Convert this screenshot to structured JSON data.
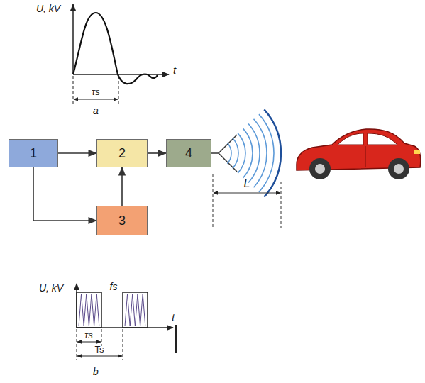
{
  "diagram": {
    "nodes": [
      {
        "text": [
          "1"
        ]
      },
      {
        "text": [
          "2"
        ]
      },
      {
        "text": [
          "3"
        ]
      },
      {
        "text": [
          "4"
        ]
      }
    ],
    "edges": [
      {
        "from": 0,
        "to": 1,
        "arrow": "to"
      },
      {
        "from": 0,
        "to": 2,
        "arrow": "to"
      },
      {
        "from": 2,
        "to": 1,
        "arrow": "to"
      },
      {
        "from": 1,
        "to": 3,
        "arrow": "to"
      }
    ],
    "labels": [
      "U, kV",
      "t",
      "τs",
      "a",
      "L",
      "U, kV",
      "fs",
      "t",
      "τs",
      "Ts",
      "b"
    ]
  }
}
